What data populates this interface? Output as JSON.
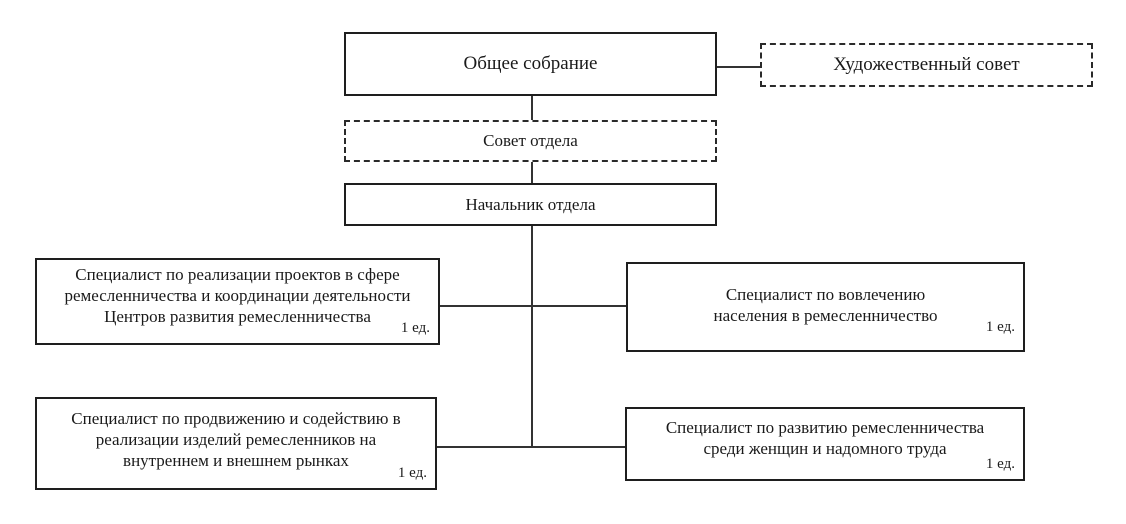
{
  "diagram": {
    "type": "org-chart",
    "nodes": {
      "general_meeting": {
        "label": "Общее собрание",
        "style": "solid"
      },
      "art_council": {
        "label": "Художественный совет",
        "style": "dashed"
      },
      "dept_council": {
        "label": "Совет отдела",
        "style": "dashed"
      },
      "dept_head": {
        "label": "Начальник отдела",
        "style": "solid"
      },
      "specialists": [
        {
          "label": "Специалист  по реализации проектов в сфере\nремесленничества и координации деятельности\nЦентров развития ремесленничества",
          "count": "1 ед."
        },
        {
          "label": "Специалист по вовлечению\nнаселения в ремесленничество",
          "count": "1 ед."
        },
        {
          "label": "Специалист по продвижению и содействию в\nреализации изделий ремесленников на\nвнутреннем и внешнем рынках",
          "count": "1 ед."
        },
        {
          "label": "Специалист по развитию ремесленничества\nсреди женщин и надомного труда",
          "count": "1 ед."
        }
      ]
    },
    "edges": [
      [
        "general_meeting",
        "art_council"
      ],
      [
        "general_meeting",
        "dept_council"
      ],
      [
        "dept_council",
        "dept_head"
      ],
      [
        "dept_head",
        "specialists.0"
      ],
      [
        "dept_head",
        "specialists.1"
      ],
      [
        "dept_head",
        "specialists.2"
      ],
      [
        "dept_head",
        "specialists.3"
      ]
    ]
  }
}
